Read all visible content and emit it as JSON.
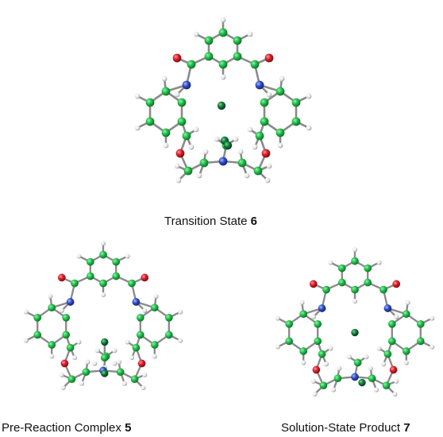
{
  "captions": {
    "transition_state": {
      "text": "Transition State",
      "number": "6"
    },
    "pre_reaction": {
      "text": "Pre-Reaction Complex",
      "number": "5"
    },
    "solution_state": {
      "text": "Solution-State Product",
      "number": "7"
    }
  },
  "colors": {
    "carbon": "#1fbf4a",
    "oxygen": "#d8202a",
    "nitrogen": "#2f4fc8",
    "hydrogen": "#f2f2f2",
    "halide": "#0e6a35",
    "bond": "#8a8a8a"
  }
}
